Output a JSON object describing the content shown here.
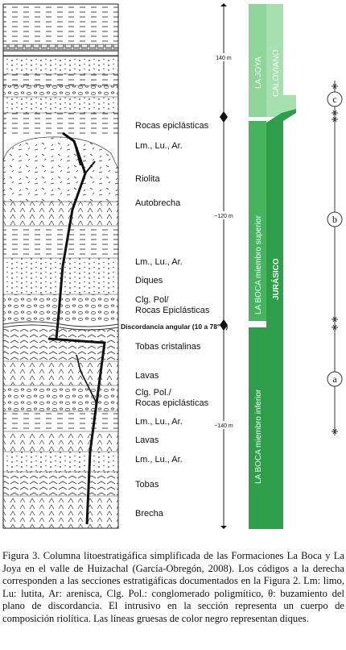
{
  "figure": {
    "lithology_labels": [
      "Rocas epiclásticas",
      "Lm., Lu., Ar.",
      "Riolita",
      "Autobrecha",
      "Lm., Lu., Ar.",
      "Diques",
      "Clg. Pol/",
      "Rocas Epiclásticas",
      "Tobas cristalinas",
      "Lavas",
      "Clg. Pol./",
      "Rocas epiclásticas",
      "Lm., Lu., Ar.",
      "Lavas",
      "Lm., Lu., Ar.",
      "Tobas",
      "Brecha"
    ],
    "discordance_label": "Discordancia angular (10 a 78° θ)",
    "thickness_labels": [
      "140 m",
      "~120 m",
      "~140 m"
    ],
    "units": {
      "la_joya": "LA JOYA",
      "caloviano": "CALOVIANO",
      "boca_superior": "LA BOCA miembro superior",
      "boca_inferior": "LA BOCA miembro inferior",
      "jurasico": "JURÁSICO"
    },
    "colors": {
      "light_green": "#8fd49a",
      "medium_green": "#46b35f",
      "dark_green": "#2f9e4a"
    },
    "section_codes": [
      "c",
      "b",
      "a"
    ]
  },
  "caption": {
    "text": "Figura 3. Columna litoestratigáfica simplificada de las Formaciones La Boca y La Joya en el valle de Huizachal (García-Obregón, 2008). Los códigos a la derecha corresponden a las secciones estratigáficas documentados en la Figura 2. Lm: limo, Lu: lutita, Ar: arenisca, Clg. Pol.: conglomerado poligmítico, θ: buzamiento del plano de discordancia. El intrusivo en la sección representa un cuerpo de composición riolítica. Las líneas gruesas de color negro representan diques."
  }
}
